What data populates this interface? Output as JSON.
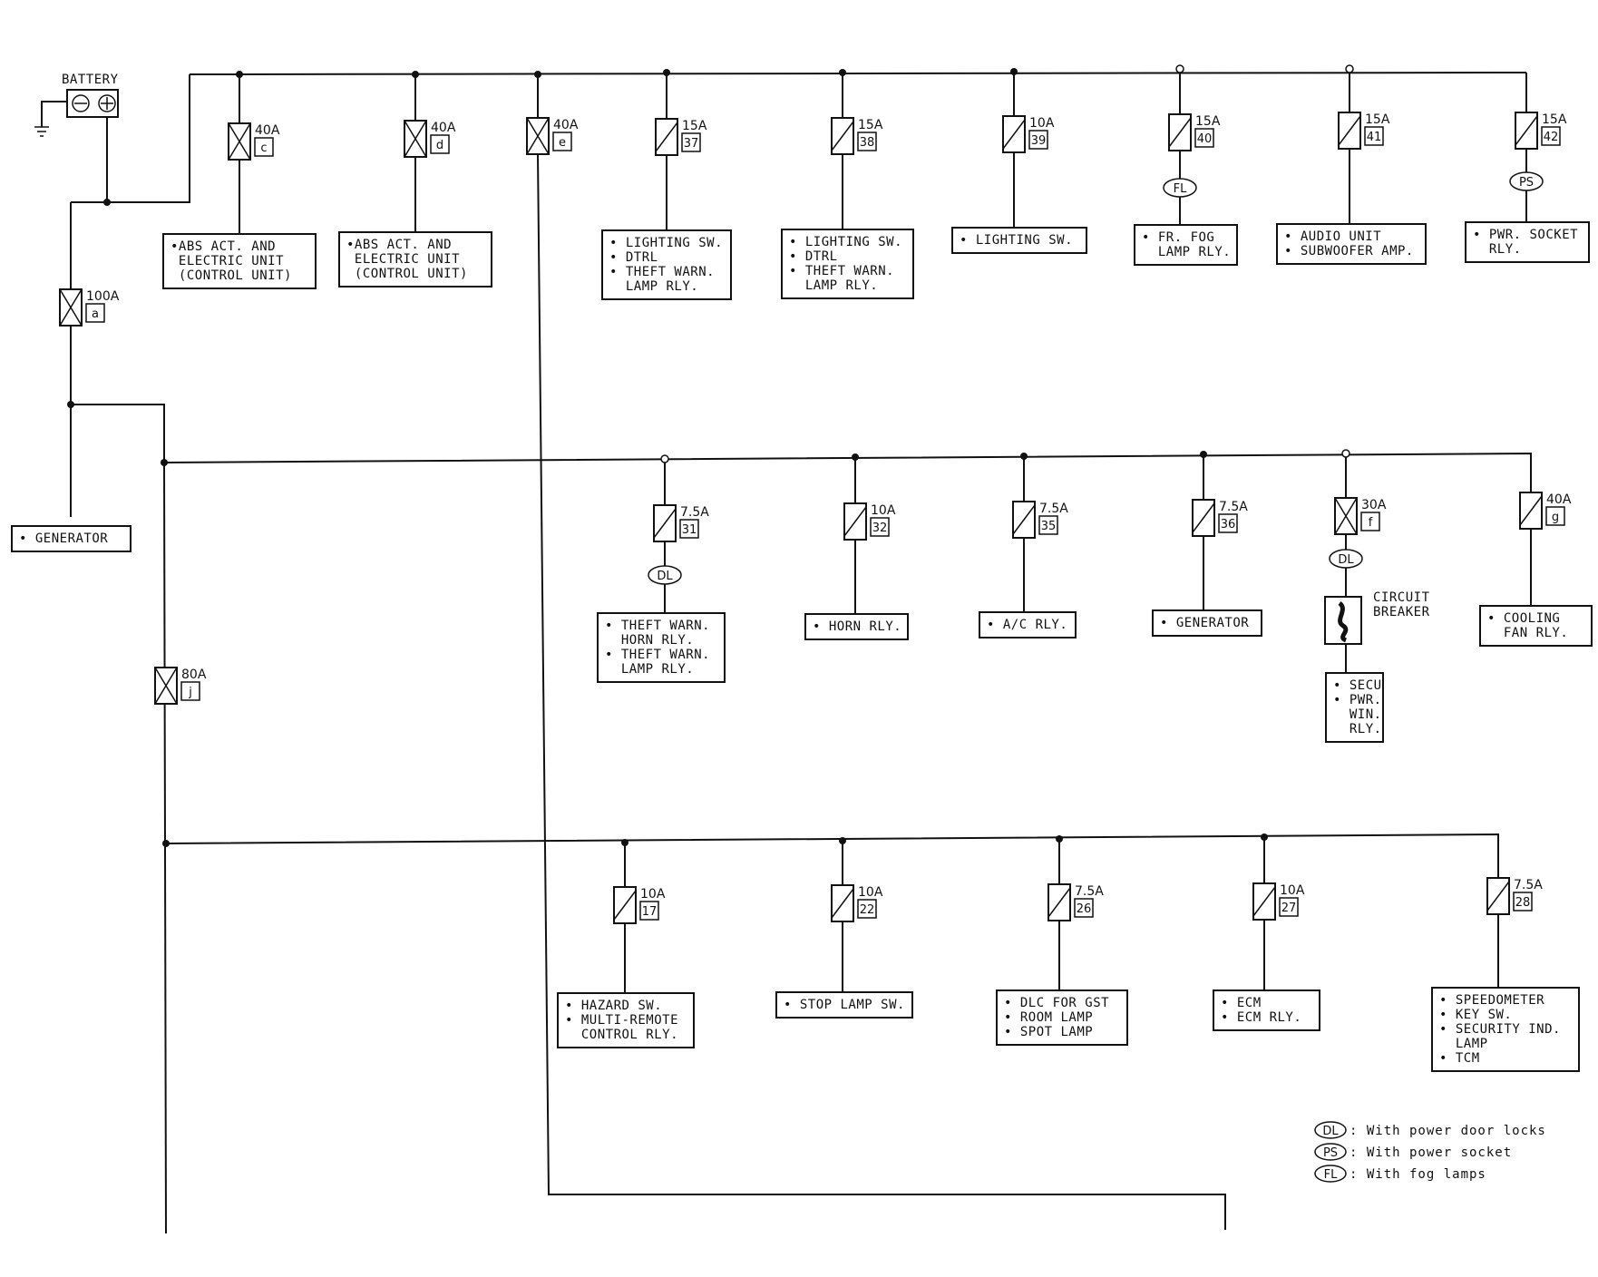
{
  "battery": {
    "label": "BATTERY"
  },
  "fuses": [
    {
      "key": "a",
      "rating": "100A",
      "id": "a",
      "kind": "fusible-link"
    },
    {
      "key": "c",
      "rating": "40A",
      "id": "c",
      "kind": "fusible-link"
    },
    {
      "key": "d",
      "rating": "40A",
      "id": "d",
      "kind": "fusible-link"
    },
    {
      "key": "e",
      "rating": "40A",
      "id": "e",
      "kind": "fusible-link"
    },
    {
      "key": "37",
      "rating": "15A",
      "id": "37",
      "kind": "fuse"
    },
    {
      "key": "38",
      "rating": "15A",
      "id": "38",
      "kind": "fuse"
    },
    {
      "key": "39",
      "rating": "10A",
      "id": "39",
      "kind": "fuse"
    },
    {
      "key": "40",
      "rating": "15A",
      "id": "40",
      "kind": "fuse"
    },
    {
      "key": "41",
      "rating": "15A",
      "id": "41",
      "kind": "fuse"
    },
    {
      "key": "42",
      "rating": "15A",
      "id": "42",
      "kind": "fuse"
    },
    {
      "key": "j",
      "rating": "80A",
      "id": "j",
      "kind": "fusible-link"
    },
    {
      "key": "31",
      "rating": "7.5A",
      "id": "31",
      "kind": "fuse"
    },
    {
      "key": "32",
      "rating": "10A",
      "id": "32",
      "kind": "fuse"
    },
    {
      "key": "35",
      "rating": "7.5A",
      "id": "35",
      "kind": "fuse"
    },
    {
      "key": "36",
      "rating": "7.5A",
      "id": "36",
      "kind": "fuse"
    },
    {
      "key": "f",
      "rating": "30A",
      "id": "f",
      "kind": "fusible-link"
    },
    {
      "key": "g",
      "rating": "40A",
      "id": "g",
      "kind": "fuse"
    },
    {
      "key": "17",
      "rating": "10A",
      "id": "17",
      "kind": "fuse"
    },
    {
      "key": "22",
      "rating": "10A",
      "id": "22",
      "kind": "fuse"
    },
    {
      "key": "26",
      "rating": "7.5A",
      "id": "26",
      "kind": "fuse"
    },
    {
      "key": "27",
      "rating": "10A",
      "id": "27",
      "kind": "fuse"
    },
    {
      "key": "28",
      "rating": "7.5A",
      "id": "28",
      "kind": "fuse"
    }
  ],
  "loads": [
    {
      "key": "c",
      "lines": [
        "•ABS ACT. AND",
        " ELECTRIC UNIT",
        " (CONTROL UNIT)"
      ]
    },
    {
      "key": "d",
      "lines": [
        "•ABS ACT. AND",
        " ELECTRIC UNIT",
        " (CONTROL UNIT)"
      ]
    },
    {
      "key": "37",
      "lines": [
        "• LIGHTING SW.",
        "• DTRL",
        "• THEFT WARN.",
        "  LAMP RLY."
      ]
    },
    {
      "key": "38",
      "lines": [
        "• LIGHTING SW.",
        "• DTRL",
        "• THEFT WARN.",
        "  LAMP RLY."
      ]
    },
    {
      "key": "39",
      "lines": [
        "• LIGHTING SW."
      ]
    },
    {
      "key": "40",
      "lines": [
        "• FR. FOG",
        "  LAMP RLY."
      ]
    },
    {
      "key": "41",
      "lines": [
        "• AUDIO UNIT",
        "• SUBWOOFER AMP."
      ]
    },
    {
      "key": "42",
      "lines": [
        "• PWR. SOCKET",
        "  RLY."
      ]
    },
    {
      "key": "gen1",
      "lines": [
        "• GENERATOR"
      ]
    },
    {
      "key": "31",
      "lines": [
        "• THEFT WARN.",
        "  HORN RLY.",
        "• THEFT WARN.",
        "  LAMP RLY."
      ]
    },
    {
      "key": "32",
      "lines": [
        "• HORN RLY."
      ]
    },
    {
      "key": "35",
      "lines": [
        "• A/C RLY."
      ]
    },
    {
      "key": "36",
      "lines": [
        "• GENERATOR"
      ]
    },
    {
      "key": "f",
      "lines": [
        "• SECU",
        "• PWR.",
        "  WIN.",
        "  RLY."
      ]
    },
    {
      "key": "g",
      "lines": [
        "• COOLING",
        "  FAN RLY."
      ]
    },
    {
      "key": "17",
      "lines": [
        "• HAZARD SW.",
        "• MULTI-REMOTE",
        "  CONTROL RLY."
      ]
    },
    {
      "key": "22",
      "lines": [
        "• STOP LAMP SW."
      ]
    },
    {
      "key": "26",
      "lines": [
        "• DLC FOR GST",
        "• ROOM LAMP",
        "• SPOT LAMP"
      ]
    },
    {
      "key": "27",
      "lines": [
        "• ECM",
        "• ECM RLY."
      ]
    },
    {
      "key": "28",
      "lines": [
        "• SPEEDOMETER",
        "• KEY SW.",
        "• SECURITY IND.",
        "  LAMP",
        "• TCM"
      ]
    }
  ],
  "options": [
    {
      "key": "40",
      "code": "FL"
    },
    {
      "key": "42",
      "code": "PS"
    },
    {
      "key": "31",
      "code": "DL"
    },
    {
      "key": "f",
      "code": "DL"
    }
  ],
  "circuit_breaker": {
    "lines": [
      "CIRCUIT",
      "BREAKER"
    ]
  },
  "legend": [
    {
      "code": "DL",
      "text": ": With power door locks"
    },
    {
      "code": "PS",
      "text": ": With power socket"
    },
    {
      "code": "FL",
      "text": ": With fog lamps"
    }
  ]
}
